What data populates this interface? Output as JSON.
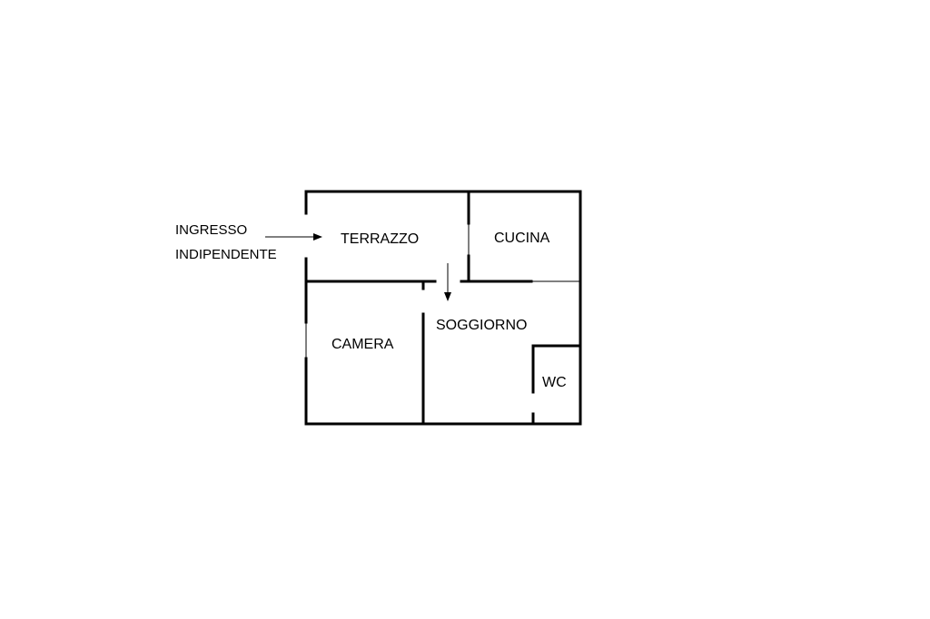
{
  "entry": {
    "line1": "INGRESSO",
    "line2": "INDIPENDENTE"
  },
  "rooms": {
    "terrazzo": "TERRAZZO",
    "cucina": "CUCINA",
    "soggiorno": "SOGGIORNO",
    "camera": "CAMERA",
    "wc": "WC"
  },
  "colors": {
    "wall": "#000000",
    "background": "#ffffff"
  }
}
